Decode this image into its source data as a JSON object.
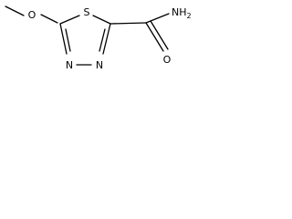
{
  "molecule": {
    "atoms": {
      "sulfur": "S",
      "oxygen_ether": "O",
      "oxygen_carbonyl": "O",
      "nitrogen_left": "N",
      "nitrogen_right": "N",
      "amine_n": "NH",
      "amine_h_count": "2"
    }
  }
}
